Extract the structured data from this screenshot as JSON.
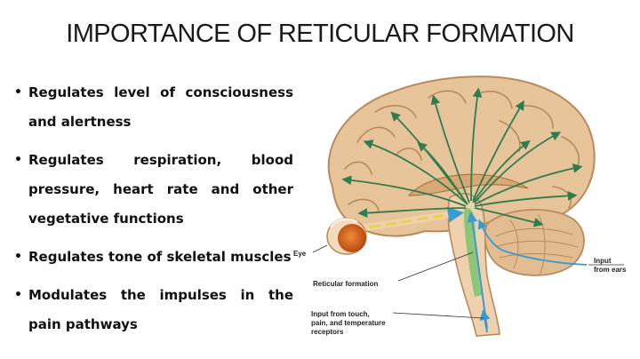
{
  "title": "IMPORTANCE OF RETICULAR FORMATION",
  "bullets": [
    "Regulates level of consciousness and alertness",
    "Regulates respiration, blood pressure, heart rate and other vegetative functions",
    "Regulates tone of skeletal muscles",
    "Modulates the impulses in the pain pathways"
  ],
  "diagram": {
    "labels": {
      "eye": "Eye",
      "reticular_formation": "Reticular formation",
      "input_ears_line1": "Input",
      "input_ears_line2": "from ears",
      "input_touch_line1": "Input from touch,",
      "input_touch_line2": "pain, and temperature",
      "input_touch_line3": "receptors"
    },
    "colors": {
      "brain": "#e8c49a",
      "brain_outline": "#b98a5c",
      "arrows": "#2e7d4f",
      "sensory_input": "#3a9bd0",
      "eye": "#d05a10",
      "brainstem": "#efd2ad"
    }
  }
}
